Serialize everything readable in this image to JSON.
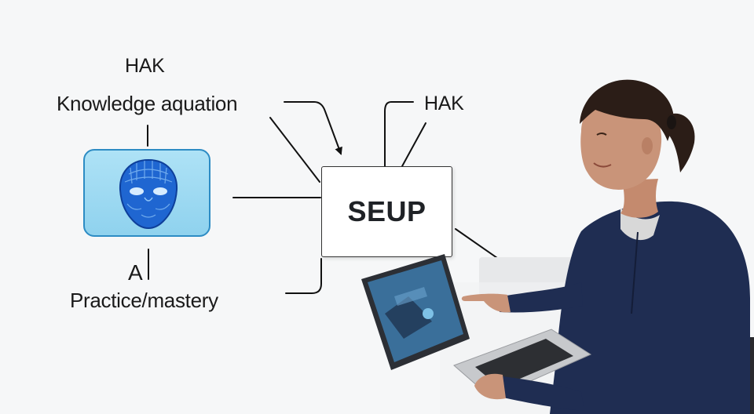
{
  "labels": {
    "hak_top_left": "HAK",
    "knowledge": "Knowledge aquation",
    "hak_top_right": "HAK",
    "a": "A",
    "practice": "Practice/mastery"
  },
  "center_box": {
    "label": "SEUP"
  },
  "icons": {
    "ai_head": "ai-head-icon",
    "person": "person-illustration",
    "laptop": "laptop-illustration"
  },
  "colors": {
    "ai_box_fill": "#9fd9f2",
    "ai_box_border": "#2d8cc4",
    "head_blue": "#1f66d1",
    "sweater_navy": "#1f2d52"
  }
}
